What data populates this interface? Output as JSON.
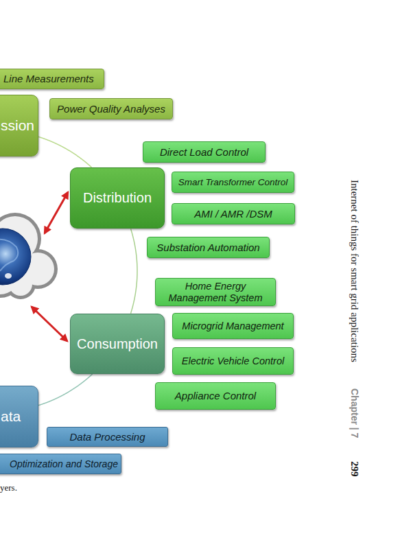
{
  "diagram": {
    "nodes": [
      {
        "text": [
          "Line Measurements"
        ]
      },
      {
        "text": [
          "ssion"
        ]
      },
      {
        "text": [
          "Power Quality Analyses"
        ]
      },
      {
        "text": [
          "Direct Load Control"
        ]
      },
      {
        "text": [
          "Distribution"
        ]
      },
      {
        "text": [
          "Smart Transformer Control"
        ]
      },
      {
        "text": [
          "AMI / AMR /DSM"
        ]
      },
      {
        "text": [
          "Substation Automation"
        ]
      },
      {
        "text": [
          "Home Energy Management System"
        ]
      },
      {
        "text": [
          "Consumption"
        ]
      },
      {
        "text": [
          "Microgrid Management"
        ]
      },
      {
        "text": [
          "Electric Vehicle Control"
        ]
      },
      {
        "text": [
          "Appliance Control"
        ]
      },
      {
        "text": [
          "ata"
        ]
      },
      {
        "text": [
          "Data Processing"
        ]
      },
      {
        "text": [
          "Optimization and Storage"
        ]
      }
    ],
    "edges": [
      {
        "from": 1,
        "to": 4,
        "arrow": "none"
      },
      {
        "from": 4,
        "to": 9,
        "arrow": "none"
      },
      {
        "from": 9,
        "to": 13,
        "arrow": "none"
      }
    ],
    "labels": [
      "Internet of things for smart grid applications",
      "Chapter | 7",
      "299",
      "yers."
    ]
  }
}
